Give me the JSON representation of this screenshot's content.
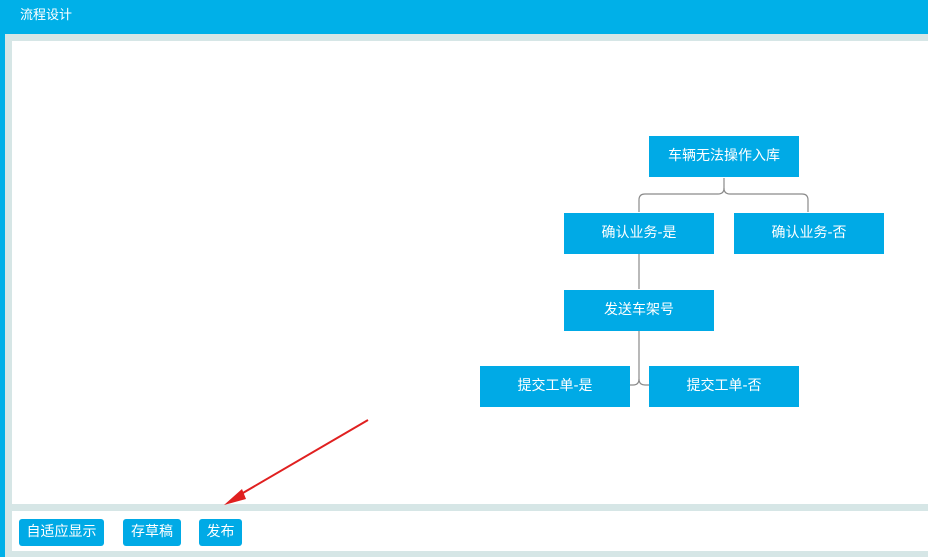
{
  "window": {
    "title": "流程设计"
  },
  "flow": {
    "nodes": [
      {
        "id": "n1",
        "label": "车辆无法操作入库"
      },
      {
        "id": "n2",
        "label": "确认业务-是"
      },
      {
        "id": "n3",
        "label": "确认业务-否"
      },
      {
        "id": "n4",
        "label": "发送车架号"
      },
      {
        "id": "n5",
        "label": "提交工单-是"
      },
      {
        "id": "n6",
        "label": "提交工单-否"
      }
    ]
  },
  "toolbar": {
    "fit_label": "自适应显示",
    "draft_label": "存草稿",
    "publish_label": "发布"
  },
  "colors": {
    "accent": "#00b0e8",
    "node": "#00aae6",
    "connector": "#8a8a8a",
    "annotation_arrow": "#e02020"
  }
}
